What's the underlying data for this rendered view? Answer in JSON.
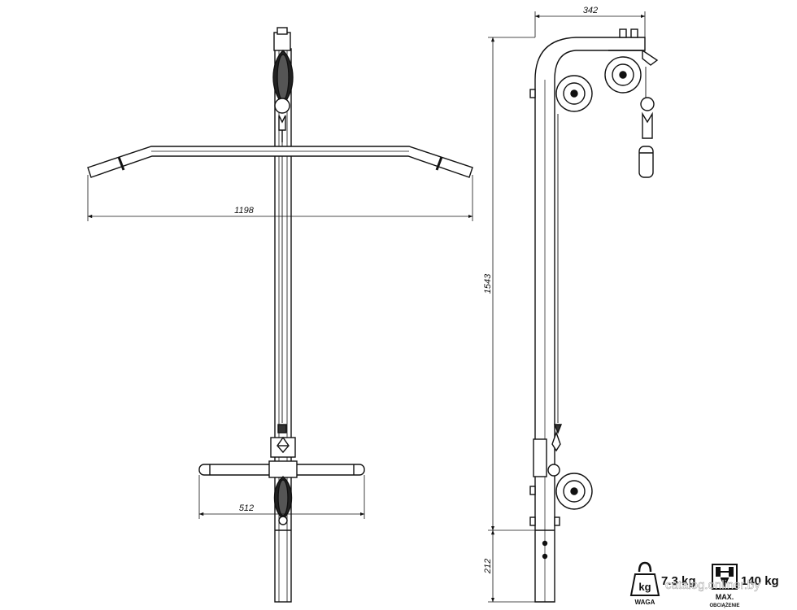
{
  "dimensions": {
    "bar_width": "1198",
    "handle_width": "512",
    "height": "1543",
    "depth": "342",
    "tube_length": "212"
  },
  "specs": {
    "weight_value": "7.3 kg",
    "weight_icon_label": "kg",
    "weight_caption": "WAGA",
    "max_load_value": "140 kg",
    "max_load_caption_1": "MAX.",
    "max_load_caption_2": "OBCIĄŻENIE"
  },
  "watermark": "catalog.onliner.by",
  "icons": [
    "kettlebell-icon",
    "barbell-load-icon"
  ]
}
